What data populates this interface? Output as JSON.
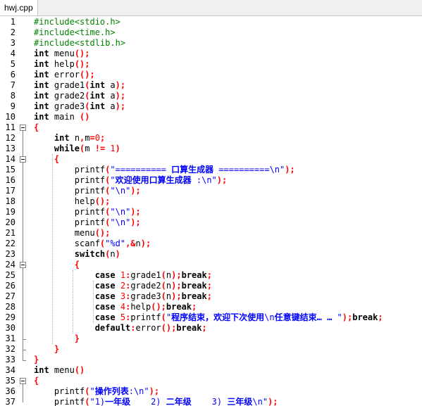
{
  "tab": {
    "title": "hwj.cpp"
  },
  "lines": [
    [
      [
        "pp",
        "#include<stdio.h>"
      ]
    ],
    [
      [
        "pp",
        "#include<time.h>"
      ]
    ],
    [
      [
        "pp",
        "#include<stdlib.h>"
      ]
    ],
    [
      [
        "kw",
        "int"
      ],
      [
        "id",
        " menu"
      ],
      [
        "op",
        "();"
      ]
    ],
    [
      [
        "kw",
        "int"
      ],
      [
        "id",
        " help"
      ],
      [
        "op",
        "();"
      ]
    ],
    [
      [
        "kw",
        "int"
      ],
      [
        "id",
        " error"
      ],
      [
        "op",
        "();"
      ]
    ],
    [
      [
        "kw",
        "int"
      ],
      [
        "id",
        " grade1"
      ],
      [
        "op",
        "("
      ],
      [
        "kw",
        "int"
      ],
      [
        "id",
        " a"
      ],
      [
        "op",
        ");"
      ]
    ],
    [
      [
        "kw",
        "int"
      ],
      [
        "id",
        " grade2"
      ],
      [
        "op",
        "("
      ],
      [
        "kw",
        "int"
      ],
      [
        "id",
        " a"
      ],
      [
        "op",
        ");"
      ]
    ],
    [
      [
        "kw",
        "int"
      ],
      [
        "id",
        " grade3"
      ],
      [
        "op",
        "("
      ],
      [
        "kw",
        "int"
      ],
      [
        "id",
        " a"
      ],
      [
        "op",
        ");"
      ]
    ],
    [
      [
        "kw",
        "int"
      ],
      [
        "id",
        " main "
      ],
      [
        "op",
        "()"
      ]
    ],
    [
      [
        "op",
        "{"
      ]
    ],
    [
      [
        "id",
        "    "
      ],
      [
        "kw",
        "int"
      ],
      [
        "id",
        " n"
      ],
      [
        "op",
        ","
      ],
      [
        "id",
        "m"
      ],
      [
        "op",
        "="
      ],
      [
        "num",
        "0"
      ],
      [
        "op",
        ";"
      ]
    ],
    [
      [
        "id",
        "    "
      ],
      [
        "kw",
        "while"
      ],
      [
        "op",
        "("
      ],
      [
        "id",
        "m "
      ],
      [
        "op",
        "!="
      ],
      [
        "id",
        " "
      ],
      [
        "num",
        "1"
      ],
      [
        "op",
        ")"
      ]
    ],
    [
      [
        "id",
        "    "
      ],
      [
        "op",
        "{"
      ]
    ],
    [
      [
        "id",
        "        printf"
      ],
      [
        "op",
        "("
      ],
      [
        "str",
        "\"========== "
      ],
      [
        "strcn",
        "口算生成器"
      ],
      [
        "str",
        " ==========\\n\""
      ],
      [
        "op",
        ");"
      ]
    ],
    [
      [
        "id",
        "        printf"
      ],
      [
        "op",
        "("
      ],
      [
        "str",
        "\""
      ],
      [
        "strcn",
        "欢迎使用口算生成器"
      ],
      [
        "str",
        " :\\n\""
      ],
      [
        "op",
        ");"
      ]
    ],
    [
      [
        "id",
        "        printf"
      ],
      [
        "op",
        "("
      ],
      [
        "str",
        "\"\\n\""
      ],
      [
        "op",
        ");"
      ]
    ],
    [
      [
        "id",
        "        help"
      ],
      [
        "op",
        "();"
      ]
    ],
    [
      [
        "id",
        "        printf"
      ],
      [
        "op",
        "("
      ],
      [
        "str",
        "\"\\n\""
      ],
      [
        "op",
        ");"
      ]
    ],
    [
      [
        "id",
        "        printf"
      ],
      [
        "op",
        "("
      ],
      [
        "str",
        "\"\\n\""
      ],
      [
        "op",
        ");"
      ]
    ],
    [
      [
        "id",
        "        menu"
      ],
      [
        "op",
        "();"
      ]
    ],
    [
      [
        "id",
        "        scanf"
      ],
      [
        "op",
        "("
      ],
      [
        "str",
        "\"%d\""
      ],
      [
        "op",
        ",&"
      ],
      [
        "id",
        "n"
      ],
      [
        "op",
        ");"
      ]
    ],
    [
      [
        "id",
        "        "
      ],
      [
        "kw",
        "switch"
      ],
      [
        "op",
        "("
      ],
      [
        "id",
        "n"
      ],
      [
        "op",
        ")"
      ]
    ],
    [
      [
        "id",
        "        "
      ],
      [
        "op",
        "{"
      ]
    ],
    [
      [
        "id",
        "            "
      ],
      [
        "kw",
        "case"
      ],
      [
        "id",
        " "
      ],
      [
        "num",
        "1"
      ],
      [
        "op",
        ":"
      ],
      [
        "id",
        "grade1"
      ],
      [
        "op",
        "("
      ],
      [
        "id",
        "n"
      ],
      [
        "op",
        ");"
      ],
      [
        "kw",
        "break"
      ],
      [
        "op",
        ";"
      ]
    ],
    [
      [
        "id",
        "            "
      ],
      [
        "kw",
        "case"
      ],
      [
        "id",
        " "
      ],
      [
        "num",
        "2"
      ],
      [
        "op",
        ":"
      ],
      [
        "id",
        "grade2"
      ],
      [
        "op",
        "("
      ],
      [
        "id",
        "n"
      ],
      [
        "op",
        ");"
      ],
      [
        "kw",
        "break"
      ],
      [
        "op",
        ";"
      ]
    ],
    [
      [
        "id",
        "            "
      ],
      [
        "kw",
        "case"
      ],
      [
        "id",
        " "
      ],
      [
        "num",
        "3"
      ],
      [
        "op",
        ":"
      ],
      [
        "id",
        "grade3"
      ],
      [
        "op",
        "("
      ],
      [
        "id",
        "n"
      ],
      [
        "op",
        ");"
      ],
      [
        "kw",
        "break"
      ],
      [
        "op",
        ";"
      ]
    ],
    [
      [
        "id",
        "            "
      ],
      [
        "kw",
        "case"
      ],
      [
        "id",
        " "
      ],
      [
        "num",
        "4"
      ],
      [
        "op",
        ":"
      ],
      [
        "id",
        "help"
      ],
      [
        "op",
        "();"
      ],
      [
        "kw",
        "break"
      ],
      [
        "op",
        ";"
      ]
    ],
    [
      [
        "id",
        "            "
      ],
      [
        "kw",
        "case"
      ],
      [
        "id",
        " "
      ],
      [
        "num",
        "5"
      ],
      [
        "op",
        ":"
      ],
      [
        "id",
        "printf"
      ],
      [
        "op",
        "("
      ],
      [
        "str",
        "\""
      ],
      [
        "strcn",
        "程序结束，欢迎下次使用"
      ],
      [
        "str",
        "\\n"
      ],
      [
        "strcn",
        "任意键结束…"
      ],
      [
        "str",
        " "
      ],
      [
        "strcn",
        "…"
      ],
      [
        "str",
        " \""
      ],
      [
        "op",
        ");"
      ],
      [
        "kw",
        "break"
      ],
      [
        "op",
        ";"
      ]
    ],
    [
      [
        "id",
        "            "
      ],
      [
        "kw",
        "default"
      ],
      [
        "op",
        ":"
      ],
      [
        "id",
        "error"
      ],
      [
        "op",
        "();"
      ],
      [
        "kw",
        "break"
      ],
      [
        "op",
        ";"
      ]
    ],
    [
      [
        "id",
        "        "
      ],
      [
        "op",
        "}"
      ]
    ],
    [
      [
        "id",
        "    "
      ],
      [
        "op",
        "}"
      ]
    ],
    [
      [
        "op",
        "}"
      ]
    ],
    [
      [
        "kw",
        "int"
      ],
      [
        "id",
        " menu"
      ],
      [
        "op",
        "()"
      ]
    ],
    [
      [
        "op",
        "{"
      ]
    ],
    [
      [
        "id",
        "    printf"
      ],
      [
        "op",
        "("
      ],
      [
        "str",
        "\""
      ],
      [
        "strcn",
        "操作列表"
      ],
      [
        "str",
        ":\\n\""
      ],
      [
        "op",
        ");"
      ]
    ],
    [
      [
        "id",
        "    printf"
      ],
      [
        "op",
        "("
      ],
      [
        "str",
        "\"1)"
      ],
      [
        "strcn",
        "一年级"
      ],
      [
        "str",
        "    2) "
      ],
      [
        "strcn",
        "二年级"
      ],
      [
        "str",
        "    3) "
      ],
      [
        "strcn",
        "三年级"
      ],
      [
        "str",
        "\\n\""
      ],
      [
        "op",
        ");"
      ]
    ]
  ],
  "line_numbers": [
    "1",
    "2",
    "3",
    "4",
    "5",
    "6",
    "7",
    "8",
    "9",
    "10",
    "11",
    "12",
    "13",
    "14",
    "15",
    "16",
    "17",
    "18",
    "19",
    "20",
    "21",
    "22",
    "23",
    "24",
    "25",
    "26",
    "27",
    "28",
    "29",
    "30",
    "31",
    "32",
    "33",
    "34",
    "35",
    "36",
    "37"
  ],
  "fold_markers": [
    "11",
    "14",
    "24",
    "35"
  ]
}
